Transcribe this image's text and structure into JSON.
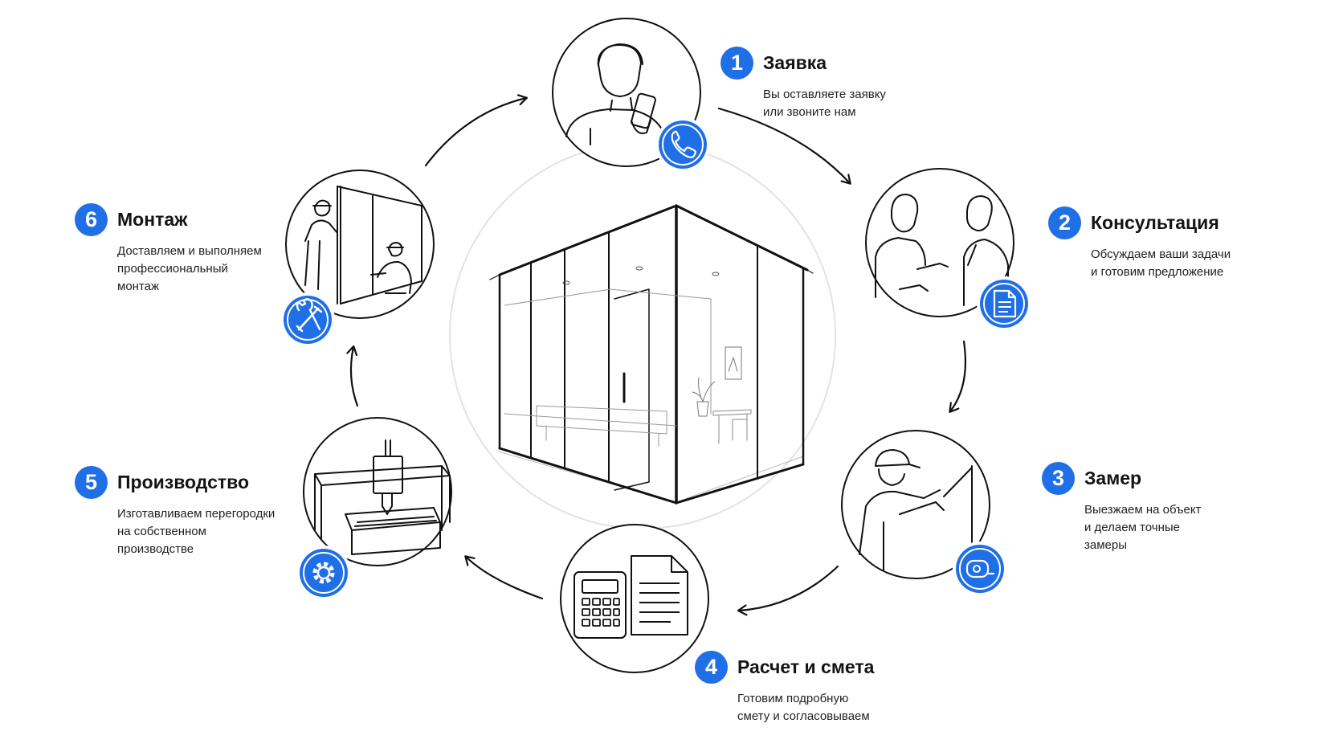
{
  "colors": {
    "accent": "#1f6fe6",
    "stroke": "#111111",
    "muted": "#cfcfcf"
  },
  "center": {
    "icon": "glass-office-partition-illustration"
  },
  "steps": [
    {
      "number": "1",
      "title": "Заявка",
      "desc": [
        "Вы оставляете заявку",
        "или звоните нам"
      ],
      "icon": "phone-icon",
      "illustration": "person-with-phone"
    },
    {
      "number": "2",
      "title": "Консультация",
      "desc": [
        "Обсуждаем ваши задачи",
        "и готовим предложение"
      ],
      "icon": "document-icon",
      "illustration": "two-people-talking"
    },
    {
      "number": "3",
      "title": "Замер",
      "desc": [
        "Выезжаем на объект",
        "и делаем точные",
        "замеры"
      ],
      "icon": "tape-measure-icon",
      "illustration": "worker-measuring"
    },
    {
      "number": "4",
      "title": "Расчет и смета",
      "desc": [
        "Готовим подробную",
        "смету и согласовываем"
      ],
      "icon": "calculator-icon",
      "illustration": "calculator-and-document"
    },
    {
      "number": "5",
      "title": "Производство",
      "desc": [
        "Изготавливаем перегородки",
        "на собственном",
        "производстве"
      ],
      "icon": "gear-icon",
      "illustration": "cnc-machine"
    },
    {
      "number": "6",
      "title": "Монтаж",
      "desc": [
        "Доставляем и выполняем",
        "профессиональный",
        "монтаж"
      ],
      "icon": "wrench-screwdriver-icon",
      "illustration": "workers-installing"
    }
  ]
}
